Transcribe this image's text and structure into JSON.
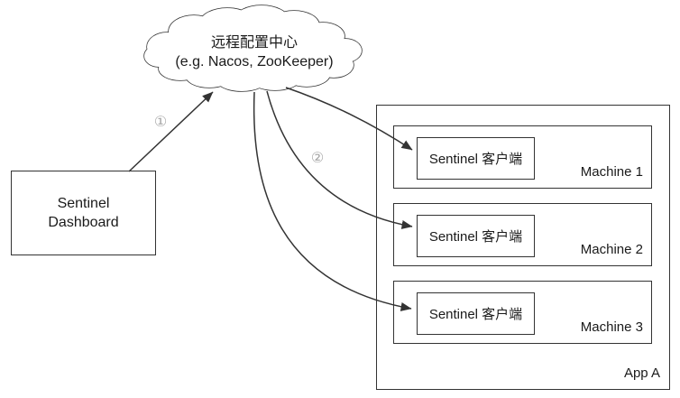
{
  "cloud": {
    "line1": "远程配置中心",
    "line2": "(e.g. Nacos, ZooKeeper)"
  },
  "dashboard": {
    "line1": "Sentinel",
    "line2": "Dashboard"
  },
  "steps": {
    "one": "①",
    "two": "②"
  },
  "app": {
    "label": "App A",
    "machines": [
      {
        "label": "Machine 1",
        "client": "Sentinel 客户端"
      },
      {
        "label": "Machine 2",
        "client": "Sentinel 客户端"
      },
      {
        "label": "Machine 3",
        "client": "Sentinel 客户端"
      }
    ]
  },
  "colors": {
    "stroke": "#333333",
    "text": "#1a1a1a",
    "step_label": "#a6a6a6",
    "background": "#ffffff"
  }
}
